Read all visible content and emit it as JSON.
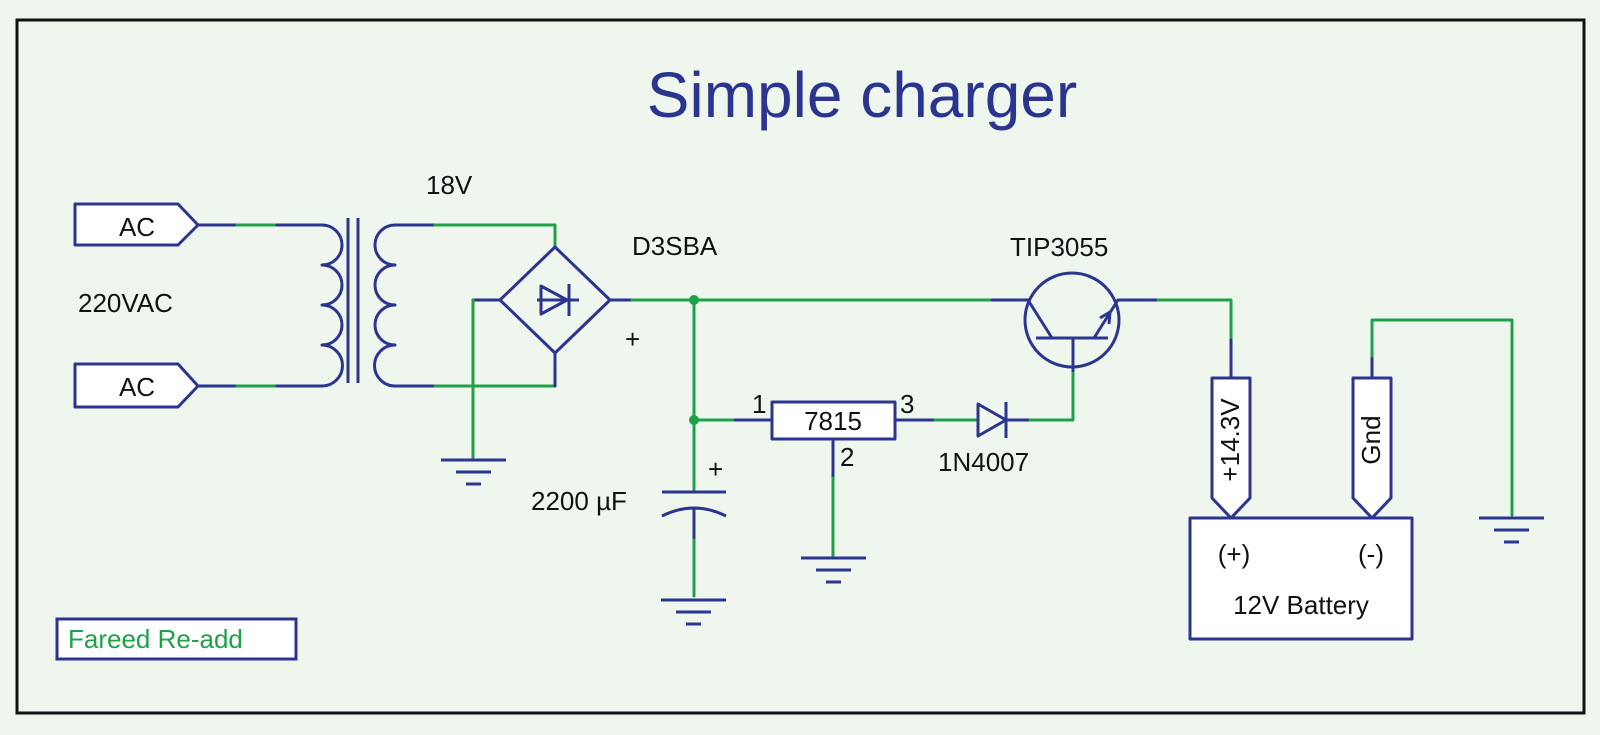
{
  "title": "Simple charger",
  "labels": {
    "ac_top": "AC",
    "ac_bottom": "AC",
    "mains": "220VAC",
    "secondary": "18V",
    "bridge": "D3SBA",
    "bridge_plus": "+",
    "transistor": "TIP3055",
    "regulator": "7815",
    "reg_pin1": "1",
    "reg_pin2": "2",
    "reg_pin3": "3",
    "diode": "1N4007",
    "capacitor": "2200 µF",
    "cap_plus": "+",
    "out_plus": "+14.3V",
    "out_gnd": "Gnd",
    "battery": "12V Battery",
    "battery_plus": "(+)",
    "battery_minus": "(-)",
    "credit": "Fareed Re-add"
  },
  "colors": {
    "background": "#eef6ee",
    "wire": "#1fa14a",
    "component": "#2b3590",
    "title": "#2b3590",
    "credit": "#1fa14a"
  }
}
